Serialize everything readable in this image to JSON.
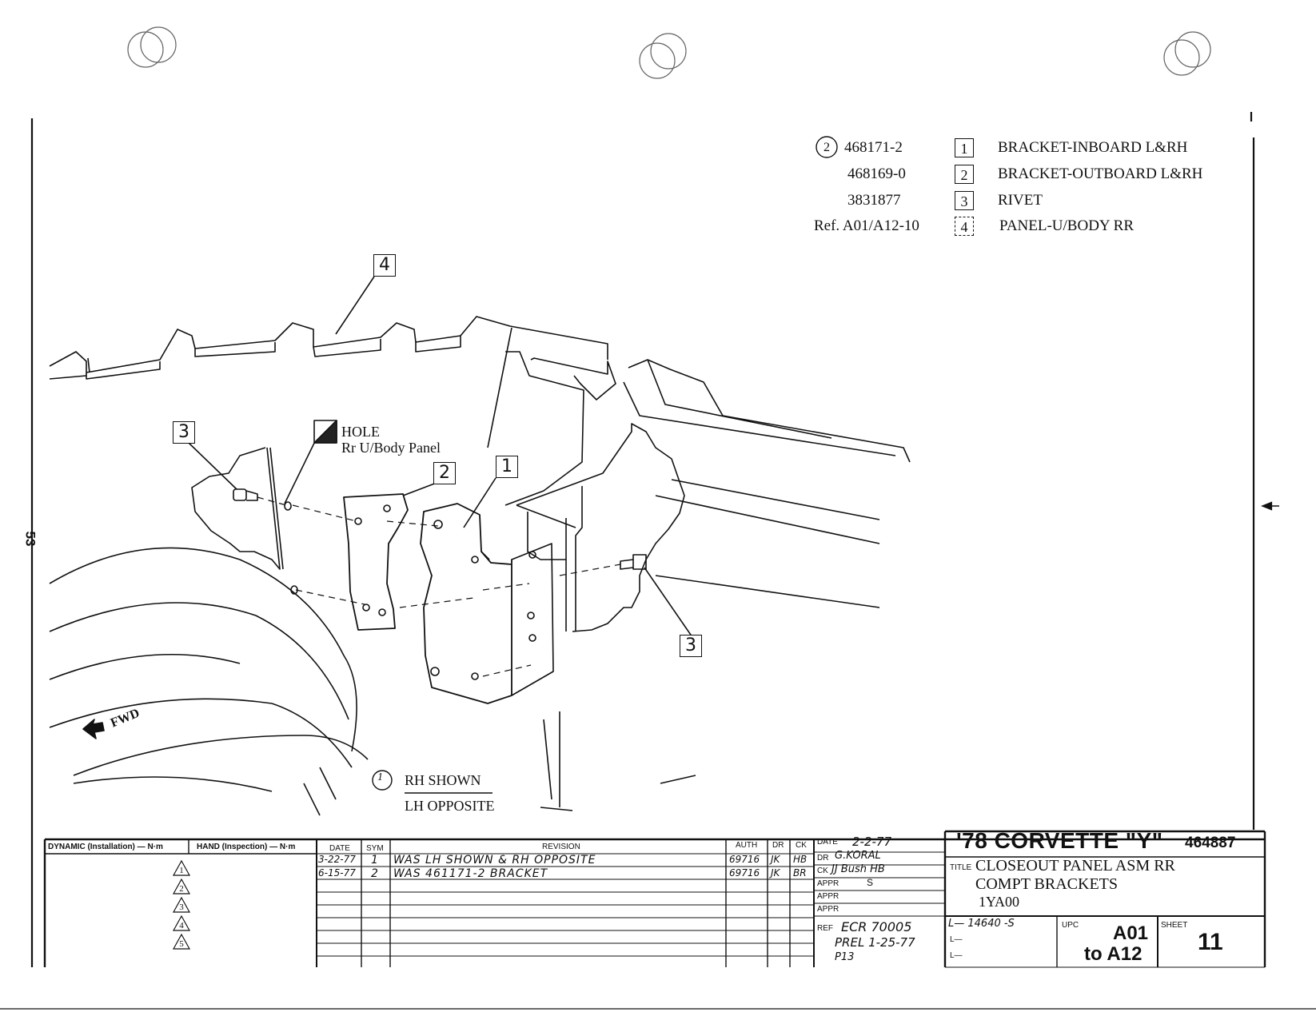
{
  "parts_list": [
    {
      "index": "2",
      "part_number": "468171-2",
      "item": "1",
      "description": "BRACKET-INBOARD L&RH"
    },
    {
      "index": "",
      "part_number": "468169-0",
      "item": "2",
      "description": "BRACKET-OUTBOARD L&RH"
    },
    {
      "index": "",
      "part_number": "3831877",
      "item": "3",
      "description": "RIVET"
    },
    {
      "index": "",
      "part_number": "Ref. A01/A12-10",
      "item": "4",
      "description": "PANEL-U/BODY RR"
    }
  ],
  "callouts": {
    "c4": "4",
    "c3a": "3",
    "c2": "2",
    "c1": "1",
    "c3b": "3"
  },
  "labels": {
    "hole_1": "HOLE",
    "hole_2": "Rr U/Body Panel",
    "fwd": "FWD",
    "note_index": "1",
    "rh_shown": "RH SHOWN",
    "lh_opposite": "LH OPPOSITE",
    "page_number": "53"
  },
  "torque_header": {
    "dynamic": "DYNAMIC (Installation) — N·m",
    "hand": "HAND (Inspection) — N·m"
  },
  "torque_rows": [
    "1",
    "2",
    "3",
    "4",
    "5"
  ],
  "revision_header": {
    "date": "DATE",
    "sym": "SYM",
    "revision": "REVISION",
    "auth": "AUTH",
    "dr": "DR",
    "ck": "CK"
  },
  "revisions": [
    {
      "date": "3-22-77",
      "sym": "1",
      "revision": "WAS LH SHOWN & RH OPPOSITE",
      "auth": "69716",
      "dr": "JK",
      "ck": "HB"
    },
    {
      "date": "6-15-77",
      "sym": "2",
      "revision": "WAS 461171-2 BRACKET",
      "auth": "69716",
      "dr": "JK",
      "ck": "BR"
    }
  ],
  "approvals": {
    "date_label": "DATE",
    "date_value": "2-2-77",
    "dr_label": "DR",
    "dr_value": "G.KORAL",
    "ck_label": "CK",
    "ck_value": "JJ Bush HB",
    "appr1_label": "APPR",
    "appr1_value": "S",
    "appr2_label": "APPR",
    "appr3_label": "APPR",
    "ref_label": "REF",
    "ref_value": "ECR 70005",
    "prel": "PREL 1-25-77",
    "p": "P13"
  },
  "title_block": {
    "model": "'78 CORVETTE \"Y\"",
    "drawing_number": "464887",
    "title_label": "TITLE",
    "title_line1": "CLOSEOUT PANEL ASM RR",
    "title_line2": "COMPT BRACKETS",
    "title_line3": "1YA00",
    "l1": "L— 14640 -S",
    "l2": "L—",
    "l3": "L—",
    "upc_label": "UPC",
    "upc_1": "A01",
    "upc_2": "to A12",
    "sheet_label": "SHEET",
    "sheet_value": "11"
  }
}
